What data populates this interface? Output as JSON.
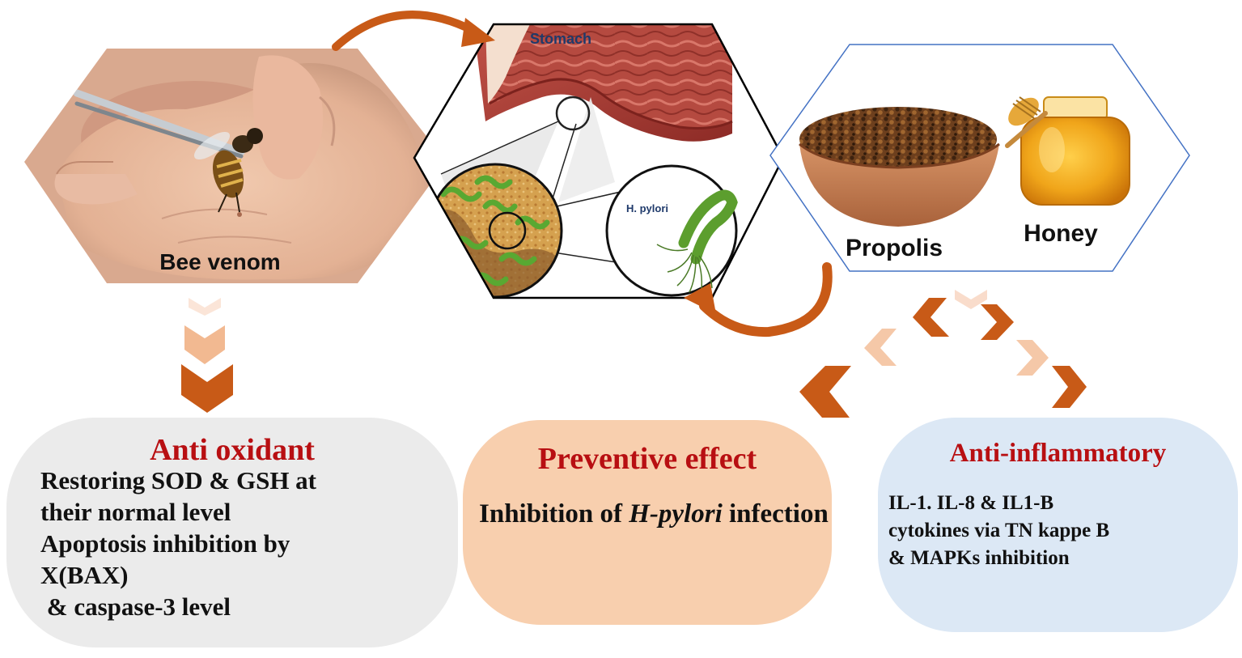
{
  "top_images": {
    "bee_venom_label": "Bee venom",
    "stomach_label": "Stomach",
    "pylori_label": "H. pylori",
    "propolis_label": "Propolis",
    "honey_label": "Honey"
  },
  "boxes": {
    "antioxidant": {
      "title": "Anti oxidant",
      "body": "Restoring SOD & GSH at\ntheir normal level\nApoptosis inhibition by\nX(BAX)\n & caspase-3 level"
    },
    "preventive": {
      "title": "Preventive effect",
      "body_prefix": "Inhibition of ",
      "body_italic": "H-pylori",
      "body_suffix": " infection"
    },
    "anti_inflammatory": {
      "title": "Anti-inflammatory",
      "body": "IL-1. IL-8 & IL1-B\ncytokines via TN kappe B\n& MAPKs inhibition"
    }
  },
  "colors": {
    "arrow_orange": "#c85a17",
    "arrow_mid": "#e89f72",
    "arrow_light": "#f6d5bf",
    "title_red": "#b80f12",
    "hexagon_outline": "#4472c4"
  }
}
